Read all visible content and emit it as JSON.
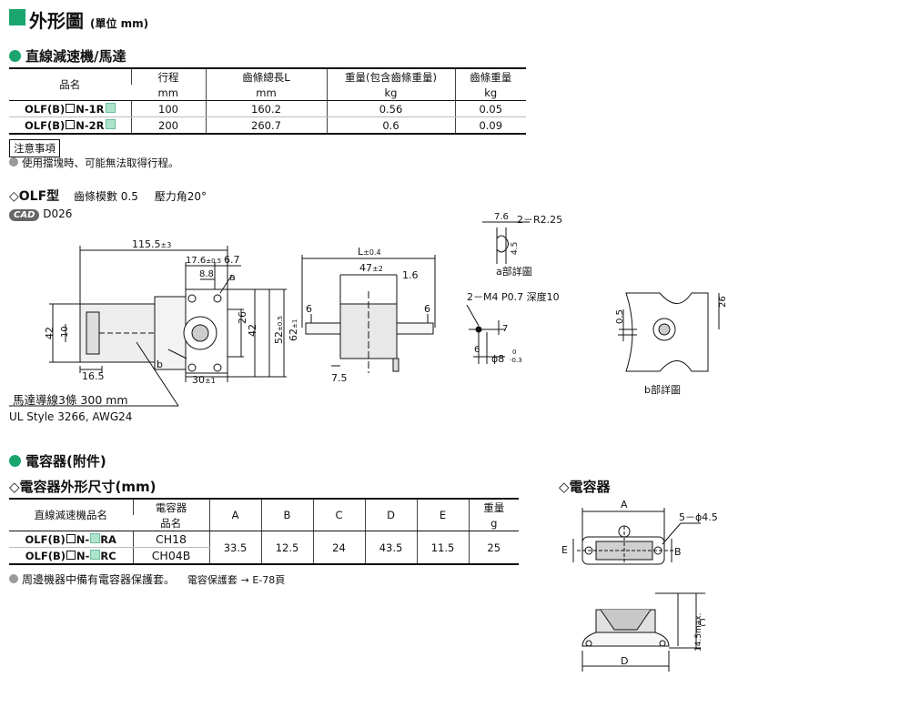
{
  "title": {
    "main": "外形圖",
    "unit": "(單位 mm)"
  },
  "section1": {
    "heading": "直線減速機/馬達",
    "table": {
      "headers": [
        {
          "l1": "品名",
          "l2": ""
        },
        {
          "l1": "行程",
          "l2": "mm"
        },
        {
          "l1": "齒條總長L",
          "l2": "mm"
        },
        {
          "l1": "重量(包含齒條重量)",
          "l2": "kg"
        },
        {
          "l1": "齒條重量",
          "l2": "kg"
        }
      ],
      "rows": [
        {
          "prefix": "OLF(B)",
          "suffix": "N-1R",
          "stroke": "100",
          "length": "160.2",
          "weight": "0.56",
          "rack": "0.05"
        },
        {
          "prefix": "OLF(B)",
          "suffix": "N-2R",
          "stroke": "200",
          "length": "260.7",
          "weight": "0.6",
          "rack": "0.09"
        }
      ]
    },
    "note_label": "注意事項",
    "note_text": "使用擋塊時、可能無法取得行程。"
  },
  "model": {
    "label": "◇OLF型",
    "module": "齒條模數 0.5",
    "pressure": "壓力角20°",
    "cad_badge": "CAD",
    "cad_code": "D026"
  },
  "drawing": {
    "dim_115": "115.5",
    "tol_3": "±3",
    "dim_17": "17.6",
    "tol_05": "±0.5",
    "dim_67": "6.7",
    "dim_88": "8.8",
    "label_a": "a",
    "label_b": "b",
    "dim_42": "42",
    "dim_10": "10",
    "dim_26": "26",
    "dim_42b": "42",
    "dim_52": "52",
    "tol_52": "±0.5",
    "dim_62": "62",
    "tol_62": "±1",
    "dim_165": "16.5",
    "dim_30": "30",
    "tol_30": "±1",
    "motor_wire": "馬達導線3條 300 mm",
    "ul": "UL Style 3266, AWG24",
    "dim_L": "L",
    "tol_L": "±0.4",
    "dim_47": "47",
    "tol_47": "±2",
    "dim_16": "1.6",
    "dim_6a": "6",
    "dim_6b": "6",
    "dim_75": "7.5",
    "a_76": "7.6",
    "a_r": "2－R2.25",
    "a_45": "4.5",
    "a_detail": "a部詳圖",
    "m4": "2－M4 P0.7 深度10",
    "m4_7": "7",
    "m4_6": "6",
    "m4_phi": "ϕ8",
    "m4_tol_up": "0",
    "m4_tol_dn": "-0.3",
    "b_05": "0.5",
    "b_26": "26",
    "b_detail": "b部詳圖"
  },
  "section2": {
    "heading": "電容器(附件)",
    "sub": "◇電容器外形尺寸(mm)",
    "table": {
      "headers": [
        "直線減速機品名",
        "電容器",
        "品名",
        "A",
        "B",
        "C",
        "D",
        "E",
        "重量",
        "g"
      ],
      "rows": [
        {
          "prefix": "OLF(B)",
          "suffix": "RA",
          "cap": "CH18"
        },
        {
          "prefix": "OLF(B)",
          "suffix": "RC",
          "cap": "CH04B"
        }
      ],
      "A": "33.5",
      "B": "12.5",
      "C": "24",
      "D": "43.5",
      "E": "11.5",
      "weight": "25"
    },
    "note": "周邊機器中備有電容器保護套。",
    "note2": "電容保護套",
    "note2_ref": "→ E-78頁"
  },
  "capacitor": {
    "heading": "◇電容器",
    "A": "A",
    "B": "B",
    "C": "C",
    "D": "D",
    "E": "E",
    "holes": "5－ϕ4.5",
    "max": "14.5max."
  }
}
